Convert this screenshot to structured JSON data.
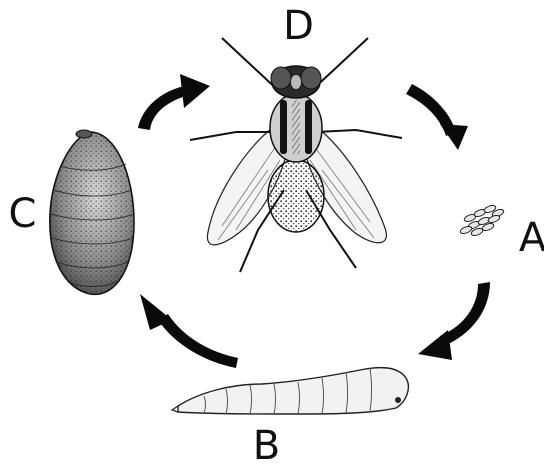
{
  "labels": {
    "adult": "D",
    "eggs": "A",
    "larva": "B",
    "pupa": "C"
  },
  "colors": {
    "ink": "#111111",
    "arrow": "#0a0a0a",
    "background": "#ffffff"
  },
  "icons": {
    "adult": "housefly-icon",
    "eggs": "egg-cluster-icon",
    "larva": "maggot-icon",
    "pupa": "pupa-icon",
    "arrows": "curved-arrow-icon"
  }
}
